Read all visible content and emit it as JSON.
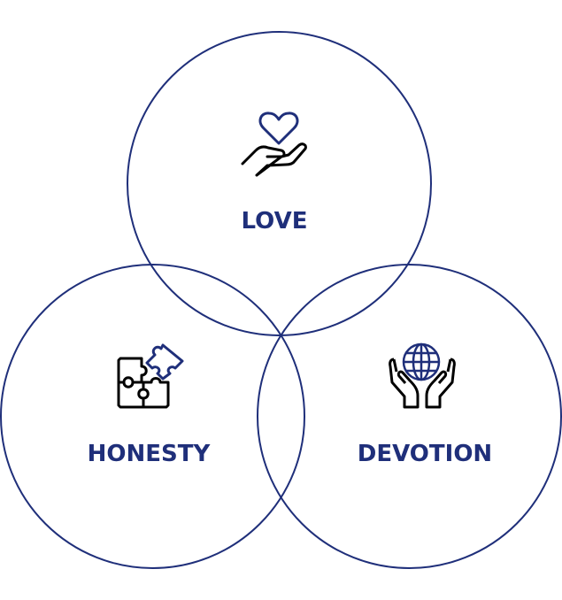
{
  "colors": {
    "accent": "#1f2f7a",
    "icon_outline": "#000000"
  },
  "circles": [
    {
      "label": "LOVE",
      "icon": "heart-in-hand-icon"
    },
    {
      "label": "HONESTY",
      "icon": "puzzle-pieces-icon"
    },
    {
      "label": "DEVOTION",
      "icon": "hands-holding-globe-icon"
    }
  ]
}
